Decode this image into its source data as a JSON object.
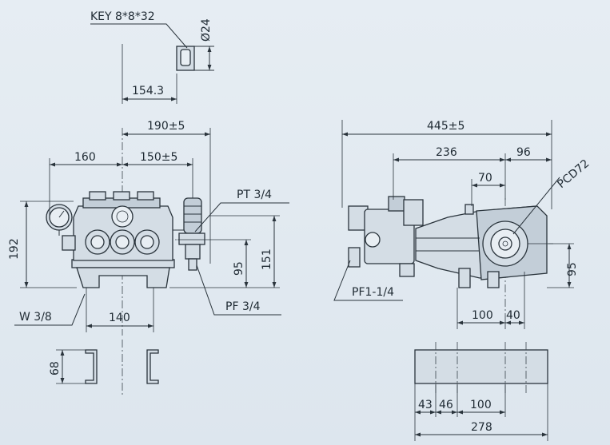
{
  "labels": {
    "key": "KEY 8*8*32",
    "shaft_dia": "Ø24",
    "shaft_len": "154.3",
    "w190": "190±5",
    "w160": "160",
    "w150": "150±5",
    "pt": "PT 3/4",
    "h192": "192",
    "h95a": "95",
    "h151": "151",
    "pf34": "PF 3/4",
    "w38": "W 3/8",
    "w140": "140",
    "h68": "68",
    "l445": "445±5",
    "l236": "236",
    "l96": "96",
    "l70": "70",
    "pcd": "PCD72",
    "h95b": "95",
    "pf114": "PF1-1/4",
    "l100a": "100",
    "l40": "40",
    "l43": "43",
    "l46": "46",
    "l100b": "100",
    "l278": "278"
  },
  "colors": {
    "background": "#e3ebf2",
    "line": "#2a343c",
    "text": "#1f2a33"
  }
}
